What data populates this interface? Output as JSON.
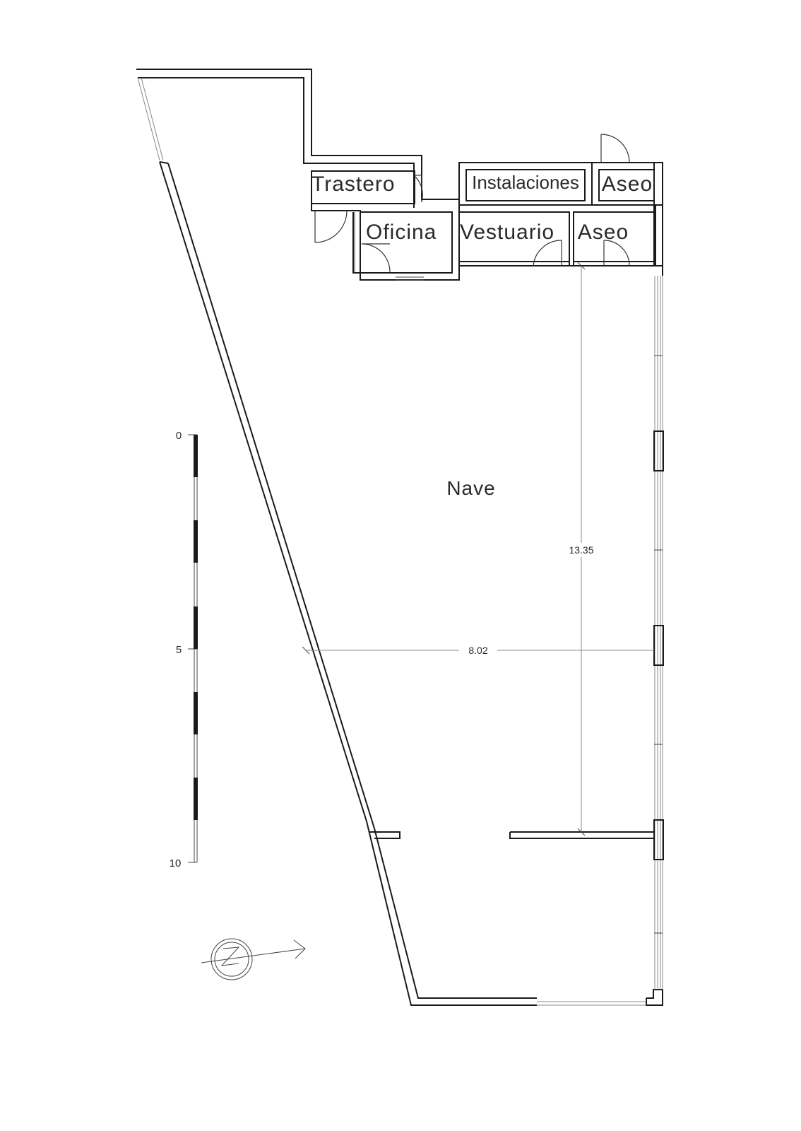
{
  "rooms": {
    "trastero": "Trastero",
    "instalaciones": "Instalaciones",
    "aseo_top": "Aseo",
    "oficina": "Oficina",
    "vestuario": "Vestuario",
    "aseo_bottom": "Aseo",
    "nave": "Nave"
  },
  "dimensions": {
    "height": "13.35",
    "width": "8.02"
  },
  "scale": {
    "start": "0",
    "mid": "5",
    "end": "10"
  },
  "colors": {
    "line": "#1a1a1a",
    "background": "#ffffff"
  },
  "icons": {
    "north": "north-arrow-icon"
  }
}
